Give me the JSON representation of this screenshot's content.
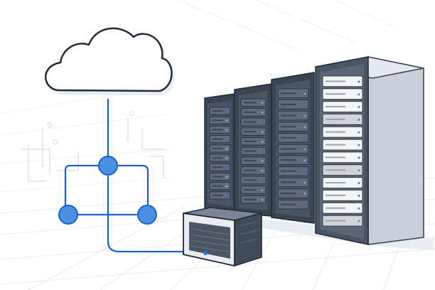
{
  "scene": {
    "subject": "cloud-connected-server-room",
    "palette": {
      "background": "#ffffff",
      "grid_line": "#e3e8ef",
      "cloud_fill": "#ffffff",
      "cloud_stroke": "#1f2937",
      "network_blue": "#1e5fcf",
      "node_fill": "#4a90e2",
      "rack_dark": "#4b5563",
      "rack_frame": "#374151",
      "rack_light": "#e5e7eb",
      "device_dark": "#3f4b5b",
      "device_light": "#f3f4f6",
      "accent": "#2a6fd6"
    },
    "icons": {
      "cloud": "cloud-icon",
      "network": "network-topology",
      "racks": "server-rack",
      "device": "network-appliance"
    }
  }
}
